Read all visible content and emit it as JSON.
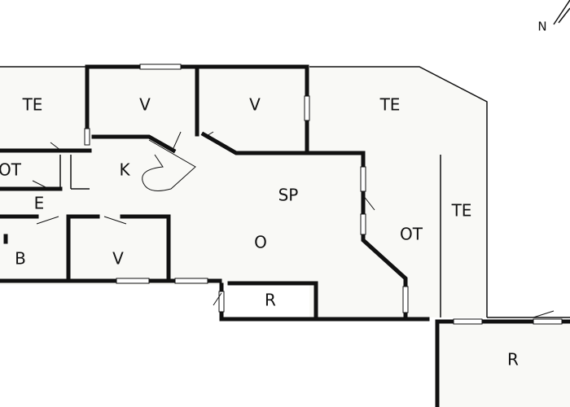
{
  "floor_plan": {
    "compass": {
      "label": "N"
    },
    "rooms": {
      "te_left": "TE",
      "v_top_left": "V",
      "v_top_right": "V",
      "te_top_right": "TE",
      "ot_left": "OT",
      "k": "K",
      "e": "E",
      "sp": "SP",
      "o": "O",
      "b": "B",
      "v_bottom": "V",
      "ot_right": "OT",
      "te_right": "TE",
      "r_small": "R",
      "r_bottom_right": "R"
    }
  }
}
